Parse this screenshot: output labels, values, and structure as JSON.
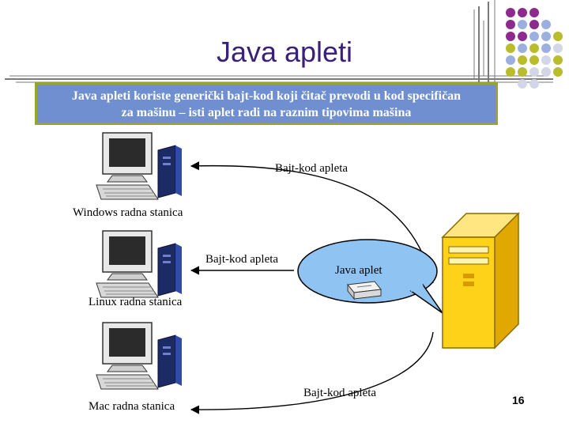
{
  "slide": {
    "title": "Java apleti",
    "description_line1": "Java apleti koriste generički bajt-kod koji čitač prevodi u kod specifičan",
    "description_line2": "za mašinu – isti aplet radi na raznim tipovima mašina",
    "page_number": "16"
  },
  "diagram": {
    "stations": [
      {
        "label": "Windows radna stanica",
        "icon": "workstation-icon"
      },
      {
        "label": "Linux radna stanica",
        "icon": "workstation-icon"
      },
      {
        "label": "Mac radna stanica",
        "icon": "workstation-icon"
      }
    ],
    "arrow_labels": [
      "Bajt-kod apleta",
      "Bajt-kod apleta",
      "Bajt-kod apleta"
    ],
    "applet_label": "Java aplet",
    "server_icon": "server-tower-icon",
    "package_icon": "applet-package-icon"
  },
  "colors": {
    "title": "#3b1f7a",
    "callout_fill": "#6f8fd0",
    "callout_border": "#9aa42a",
    "dot_purple": "#8c2b8c",
    "dot_blue": "#9cb0e0",
    "dot_olive": "#b9bd2c",
    "dot_grey": "#d3d6e6",
    "server_yellow": "#ffd21a"
  }
}
